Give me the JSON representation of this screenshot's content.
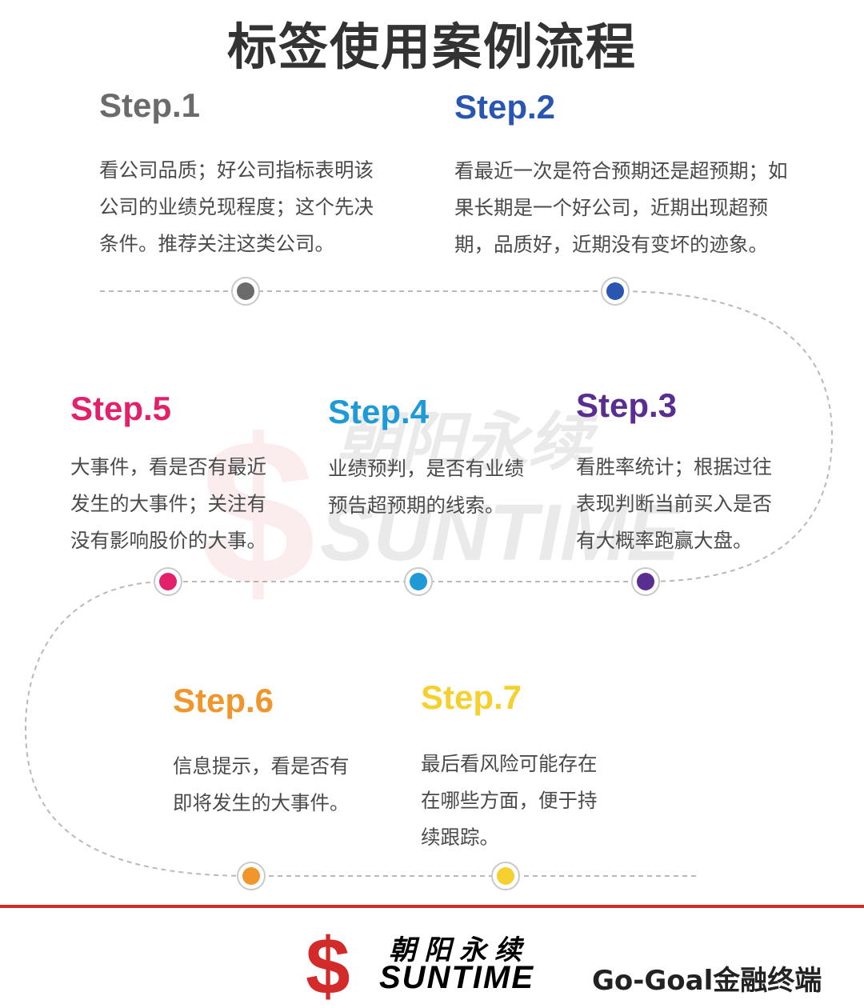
{
  "title": "标签使用案例流程",
  "steps": [
    {
      "label": "Step.1",
      "color": "#6b6b6b",
      "lines": [
        "看公司品质；好公司指标表明该",
        "公司的业绩兑现程度；这个先决",
        "条件。推荐关注这类公司。"
      ]
    },
    {
      "label": "Step.2",
      "color": "#2a56b3",
      "lines": [
        "看最近一次是符合预期还是超预期；如",
        "果长期是一个好公司，近期出现超预",
        "期，品质好，近期没有变坏的迹象。"
      ]
    },
    {
      "label": "Step.3",
      "color": "#5a2d91",
      "lines": [
        "看胜率统计；根据过往",
        "表现判断当前买入是否",
        "有大概率跑赢大盘。"
      ]
    },
    {
      "label": "Step.4",
      "color": "#1f9ad6",
      "lines": [
        "业绩预判，是否有业绩",
        "预告超预期的线索。"
      ]
    },
    {
      "label": "Step.5",
      "color": "#e2206b",
      "lines": [
        "大事件，看是否有最近",
        "发生的大事件；关注有",
        "没有影响股价的大事。"
      ]
    },
    {
      "label": "Step.6",
      "color": "#f0962a",
      "lines": [
        "信息提示，看是否有",
        "即将发生的大事件。"
      ]
    },
    {
      "label": "Step.7",
      "color": "#f5d02e",
      "lines": [
        "最后看风险可能存在",
        "在哪些方面，便于持",
        "续跟踪。"
      ]
    }
  ],
  "watermark": {
    "cn": "朝阳永续",
    "en": "SUNTIME"
  },
  "footer": {
    "brand_cn": "朝阳永续",
    "brand_en": "SUNTIME",
    "product": "Go-Goal金融终端",
    "accent": "#d32a2a"
  }
}
